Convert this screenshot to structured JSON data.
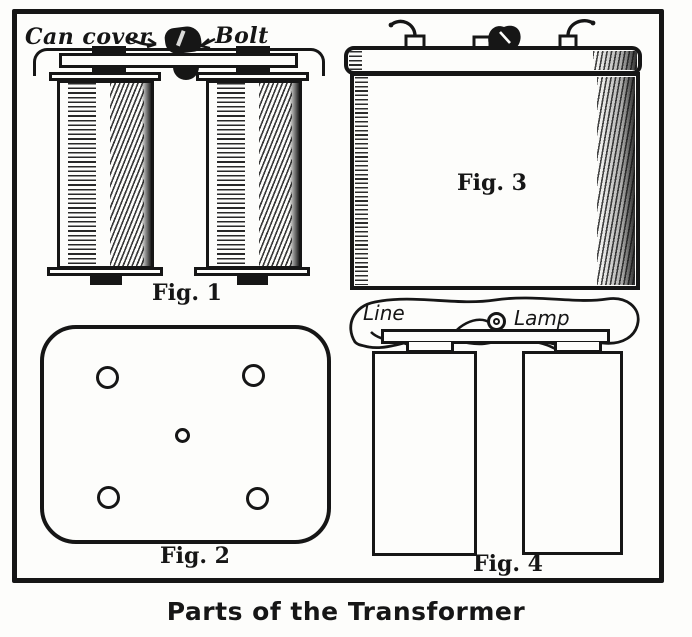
{
  "caption": "Parts of the Transformer",
  "colors": {
    "ink": "#161616",
    "paper": "#fdfdfb"
  },
  "figures": {
    "fig1": {
      "label": "Fig. 1",
      "can_cover_label": "Can cover",
      "bolt_label": "Bolt"
    },
    "fig2": {
      "label": "Fig. 2"
    },
    "fig3": {
      "label": "Fig. 3"
    },
    "fig4": {
      "label": "Fig. 4",
      "line_label": "Line",
      "lamp_label": "Lamp"
    }
  }
}
